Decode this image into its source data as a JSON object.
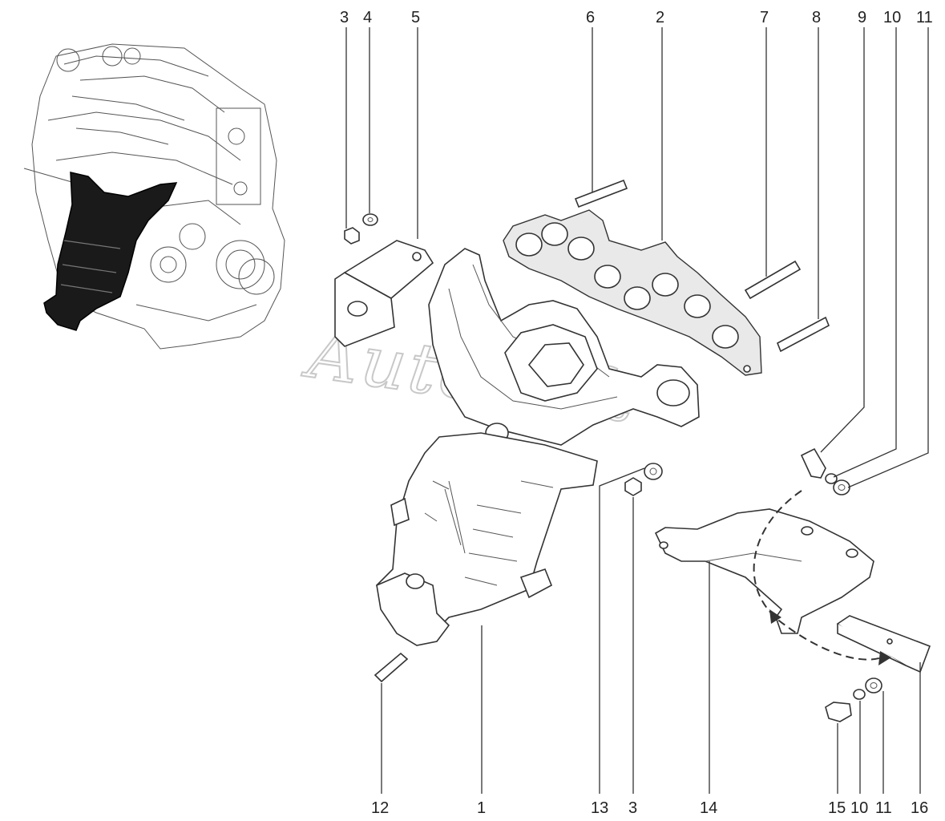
{
  "watermark": "AutoSoft",
  "callouts_top": [
    "3",
    "4",
    "5",
    "6",
    "2",
    "7",
    "8",
    "9",
    "10",
    "11"
  ],
  "callouts_bottom": [
    "12",
    "1",
    "13",
    "3",
    "14",
    "15",
    "10",
    "11",
    "16"
  ],
  "colors": {
    "line": "#333333",
    "watermark": "#c8c8c8",
    "highlight": "#1a1a1a"
  }
}
